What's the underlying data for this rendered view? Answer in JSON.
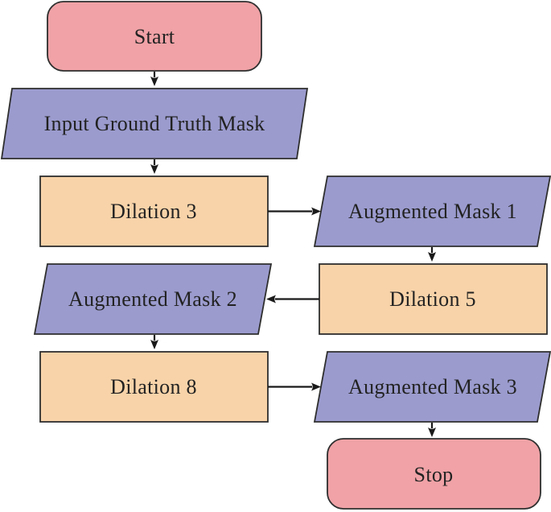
{
  "diagram": {
    "type": "flowchart",
    "description": "Mask augmentation pipeline flowchart",
    "colors": {
      "terminal_fill": "#F0A2A6",
      "io_fill": "#9B9BCE",
      "process_fill": "#F8D3A9",
      "node_border": "#2E2E2E",
      "arrow": "#1A1A1A",
      "text": "#222222",
      "background": "#FFFFFF"
    },
    "nodes": [
      {
        "id": "start",
        "label": "Start",
        "shape": "rounded-rectangle",
        "role": "terminator"
      },
      {
        "id": "input",
        "label": "Input Ground Truth Mask",
        "shape": "parallelogram",
        "role": "input-output"
      },
      {
        "id": "dilation3",
        "label": "Dilation 3",
        "shape": "rectangle",
        "role": "process"
      },
      {
        "id": "aug1",
        "label": "Augmented Mask 1",
        "shape": "parallelogram",
        "role": "input-output"
      },
      {
        "id": "dilation5",
        "label": "Dilation 5",
        "shape": "rectangle",
        "role": "process"
      },
      {
        "id": "aug2",
        "label": "Augmented Mask 2",
        "shape": "parallelogram",
        "role": "input-output"
      },
      {
        "id": "dilation8",
        "label": "Dilation 8",
        "shape": "rectangle",
        "role": "process"
      },
      {
        "id": "aug3",
        "label": "Augmented Mask 3",
        "shape": "parallelogram",
        "role": "input-output"
      },
      {
        "id": "stop",
        "label": "Stop",
        "shape": "rounded-rectangle",
        "role": "terminator"
      }
    ],
    "edges": [
      {
        "from": "start",
        "to": "input",
        "direction": "down"
      },
      {
        "from": "input",
        "to": "dilation3",
        "direction": "down"
      },
      {
        "from": "dilation3",
        "to": "aug1",
        "direction": "right"
      },
      {
        "from": "aug1",
        "to": "dilation5",
        "direction": "down"
      },
      {
        "from": "dilation5",
        "to": "aug2",
        "direction": "left"
      },
      {
        "from": "aug2",
        "to": "dilation8",
        "direction": "down"
      },
      {
        "from": "dilation8",
        "to": "aug3",
        "direction": "right"
      },
      {
        "from": "aug3",
        "to": "stop",
        "direction": "down"
      }
    ]
  }
}
